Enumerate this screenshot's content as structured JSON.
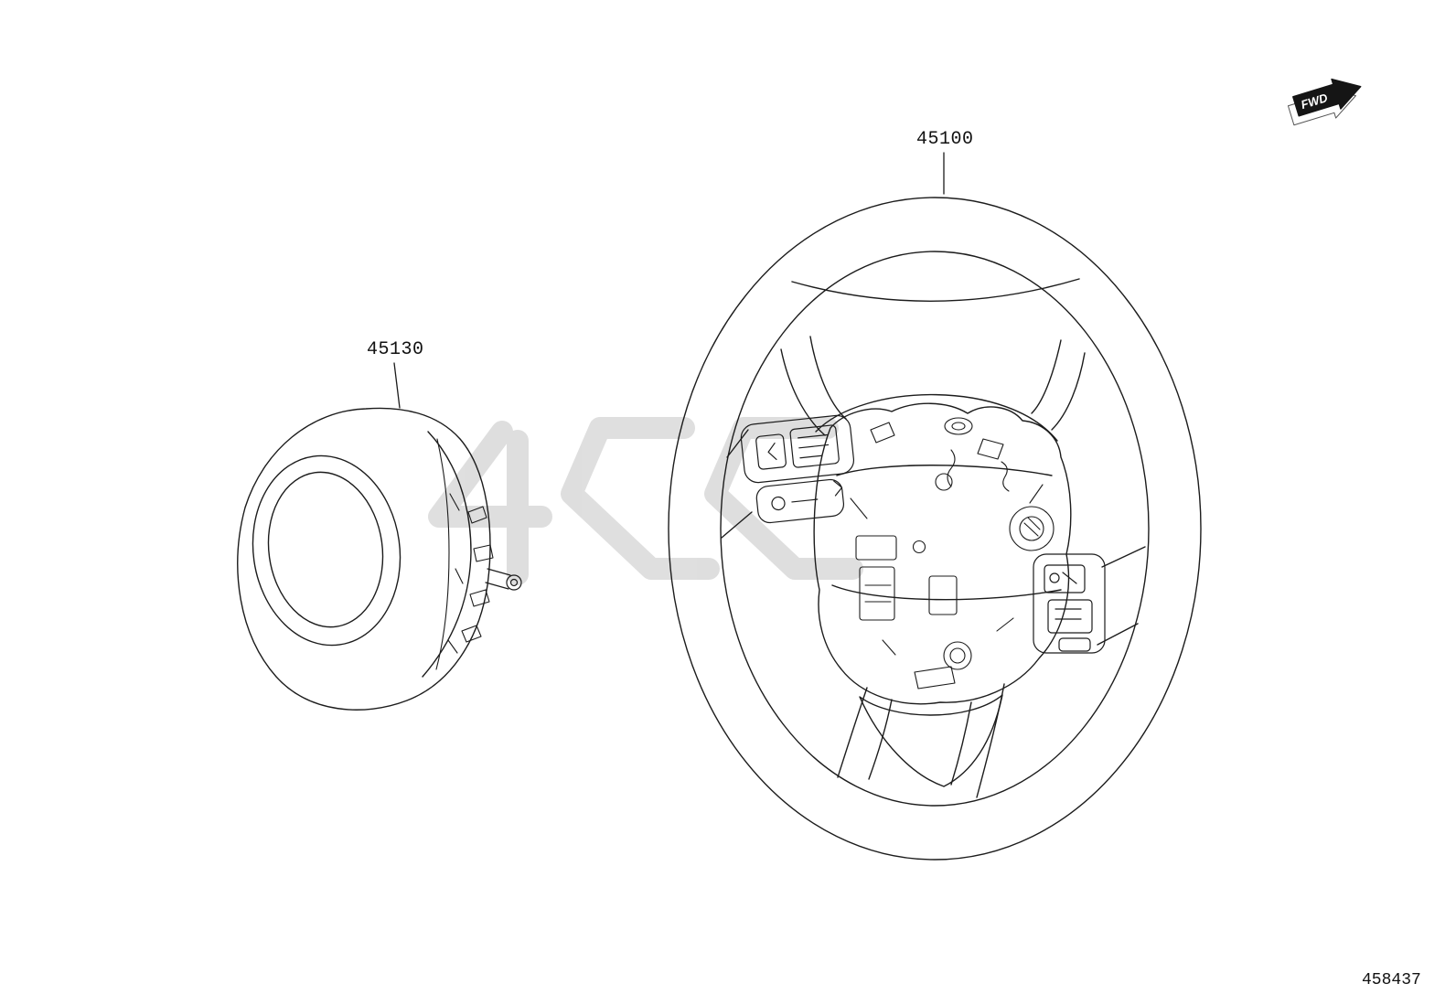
{
  "labels": {
    "fwd": "FWD",
    "drawing_number": "458437"
  },
  "parts": [
    {
      "number": "45100"
    },
    {
      "number": "45130"
    }
  ],
  "colors": {
    "background": "#ffffff",
    "line": "#1c1c1c",
    "watermark": "#d9d9d9",
    "arrow_fill": "#151515"
  },
  "icons": [
    {
      "name": "fwd-arrow-icon",
      "glyph": "➤"
    }
  ]
}
